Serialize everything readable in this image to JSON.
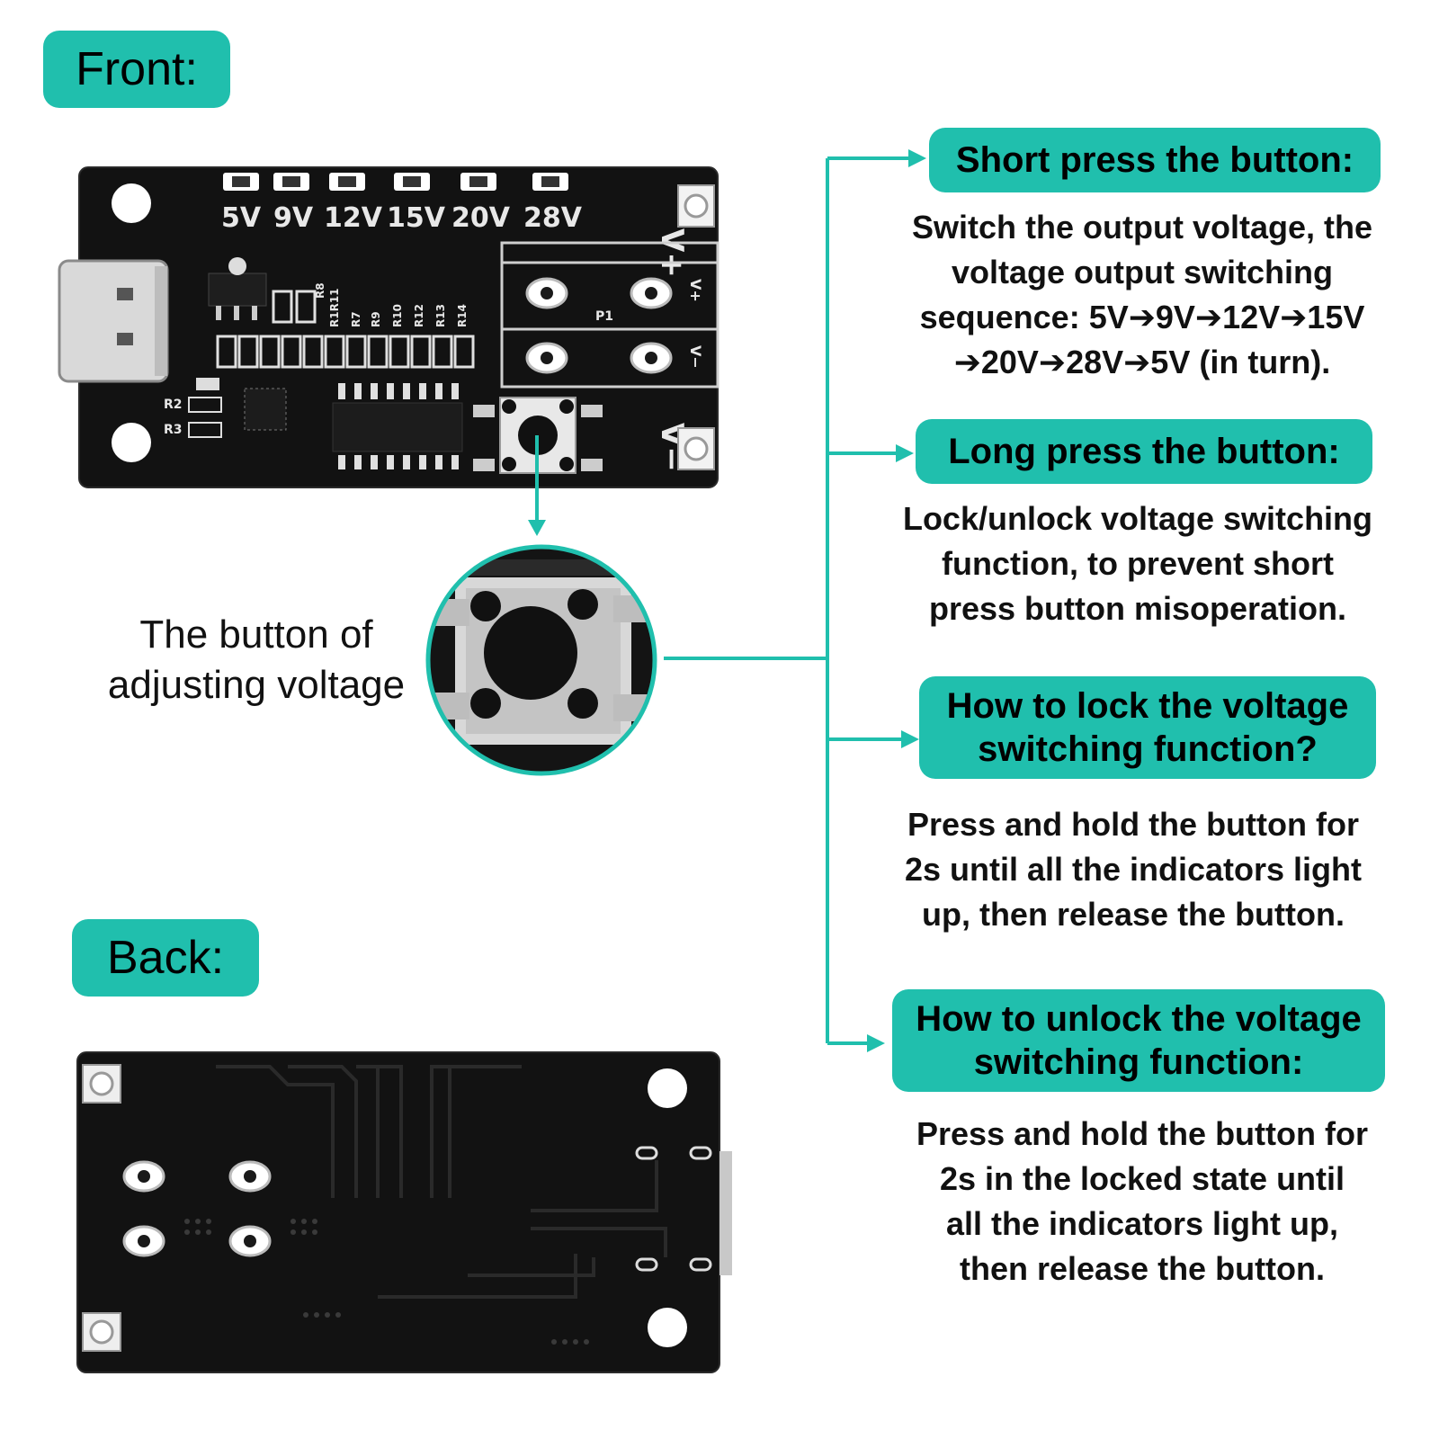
{
  "front_label": "Front:",
  "back_label": "Back:",
  "button_caption": [
    "The button of",
    "adjusting voltage"
  ],
  "board_front": {
    "voltage_labels": [
      "5V",
      "9V",
      "12V",
      "15V",
      "20V",
      "28V"
    ],
    "plus_terminal": "V+",
    "minus_terminal": "V−",
    "small_plus": "V+",
    "small_minus": "V−",
    "p1_label": "P1",
    "resistor_labels": [
      "R8",
      "R1R11",
      "R7",
      "R9",
      "R10",
      "R12",
      "R13",
      "R14"
    ],
    "r2_label": "R2",
    "r3_label": "R3"
  },
  "instructions": [
    {
      "heading": [
        "Short press the button:"
      ],
      "body": [
        "Switch the output voltage, the",
        "voltage output switching",
        "sequence: 5V➔9V➔12V➔15V",
        "➔20V➔28V➔5V (in turn)."
      ]
    },
    {
      "heading": [
        "Long press the button:"
      ],
      "body": [
        "Lock/unlock voltage switching",
        "function, to prevent short",
        "press button misoperation."
      ]
    },
    {
      "heading": [
        "How to lock the voltage",
        "switching function?"
      ],
      "body": [
        "Press and hold the button for",
        "2s until all the indicators light",
        "up, then release the button."
      ]
    },
    {
      "heading": [
        "How to unlock the voltage",
        "switching function:"
      ],
      "body": [
        "Press and hold the button for",
        "2s in the locked state until",
        "all the indicators light up,",
        "then release the button."
      ]
    }
  ],
  "colors": {
    "accent": "#20bfad",
    "board": "#111111",
    "text": "#111111"
  }
}
